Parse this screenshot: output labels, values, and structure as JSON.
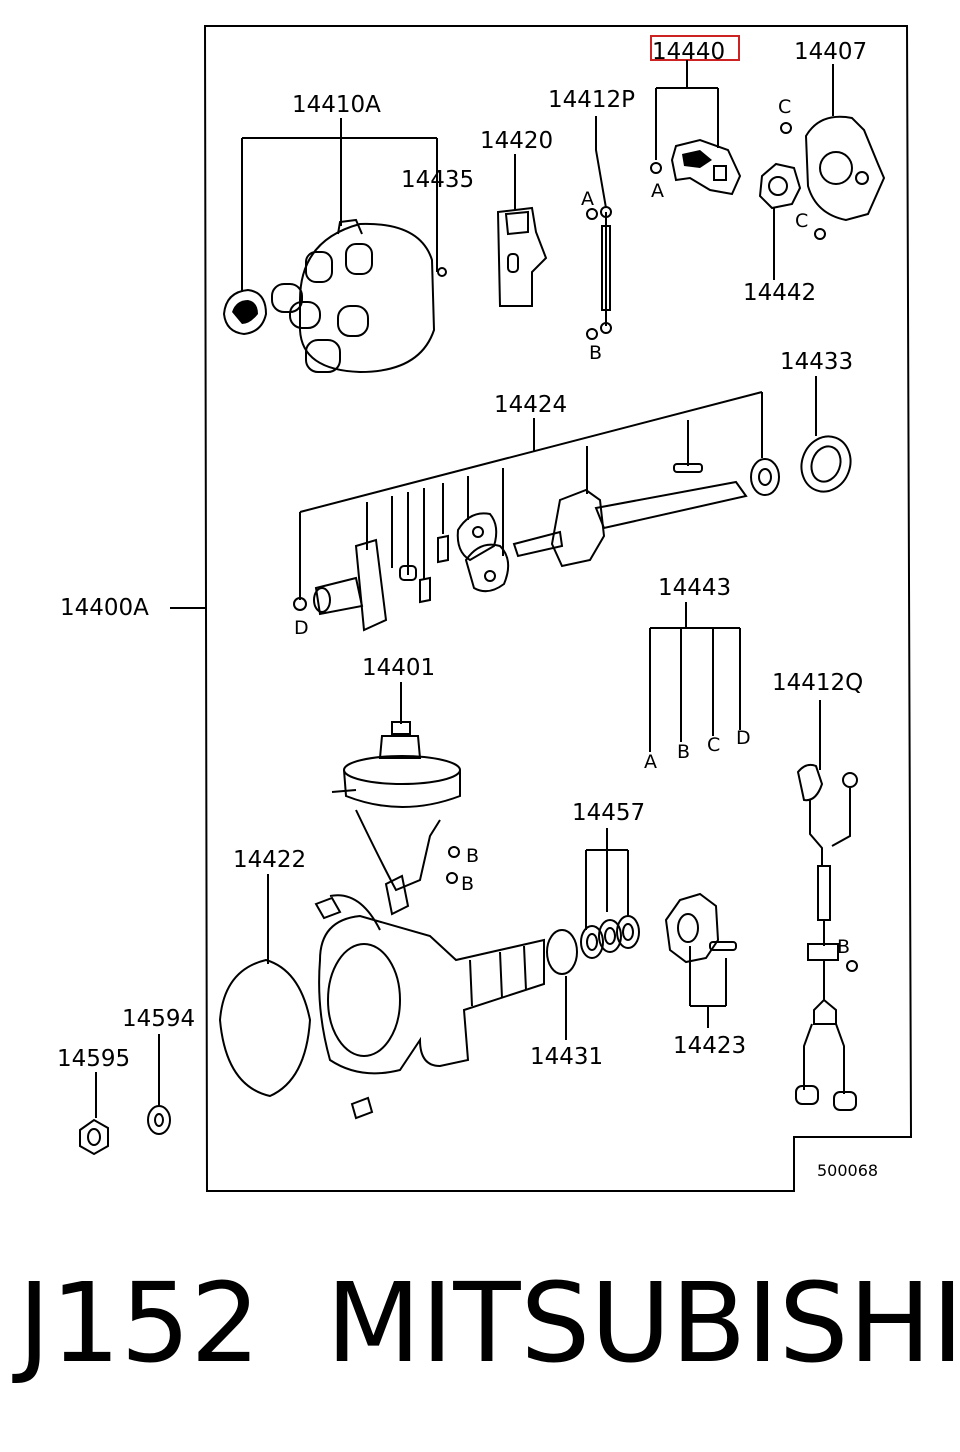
{
  "diagram": {
    "parts": {
      "p14440": "14440",
      "p14407": "14407",
      "p14410A": "14410A",
      "p14412P": "14412P",
      "p14420": "14420",
      "p14435": "14435",
      "p14442": "14442",
      "p14433": "14433",
      "p14424": "14424",
      "p14400A": "14400A",
      "p14443": "14443",
      "p14412Q": "14412Q",
      "p14401": "14401",
      "p14457": "14457",
      "p14422": "14422",
      "p14594": "14594",
      "p14595": "14595",
      "p14431": "14431",
      "p14423": "14423"
    },
    "letters": {
      "a": "A",
      "b": "B",
      "c": "C",
      "d": "D"
    },
    "drawing_code": "500068",
    "highlight_color": "#cc2222"
  },
  "footer": {
    "code": "J152",
    "brand": "MITSUBISHI"
  }
}
